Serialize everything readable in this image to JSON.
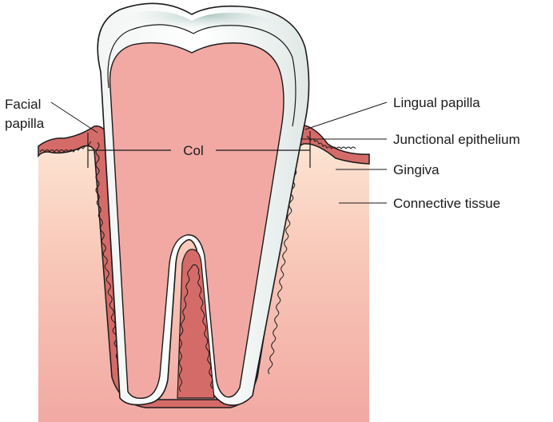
{
  "labels": {
    "facial_papilla_line1": "Facial",
    "facial_papilla_line2": "papilla",
    "col": "Col",
    "lingual_papilla": "Lingual papilla",
    "junctional_epithelium": "Junctional epithelium",
    "gingiva": "Gingiva",
    "connective_tissue": "Connective tissue"
  },
  "colors": {
    "enamel": "#e9eeed",
    "enamel_shadow": "#c5d6d2",
    "pulp": "#f2a9a4",
    "gum_dark": "#d56b68",
    "gum_light": "#f6b8ae",
    "connective_top": "#fbe3cf",
    "connective_bottom": "#f3aaa3",
    "outline": "#1a1a1a"
  }
}
